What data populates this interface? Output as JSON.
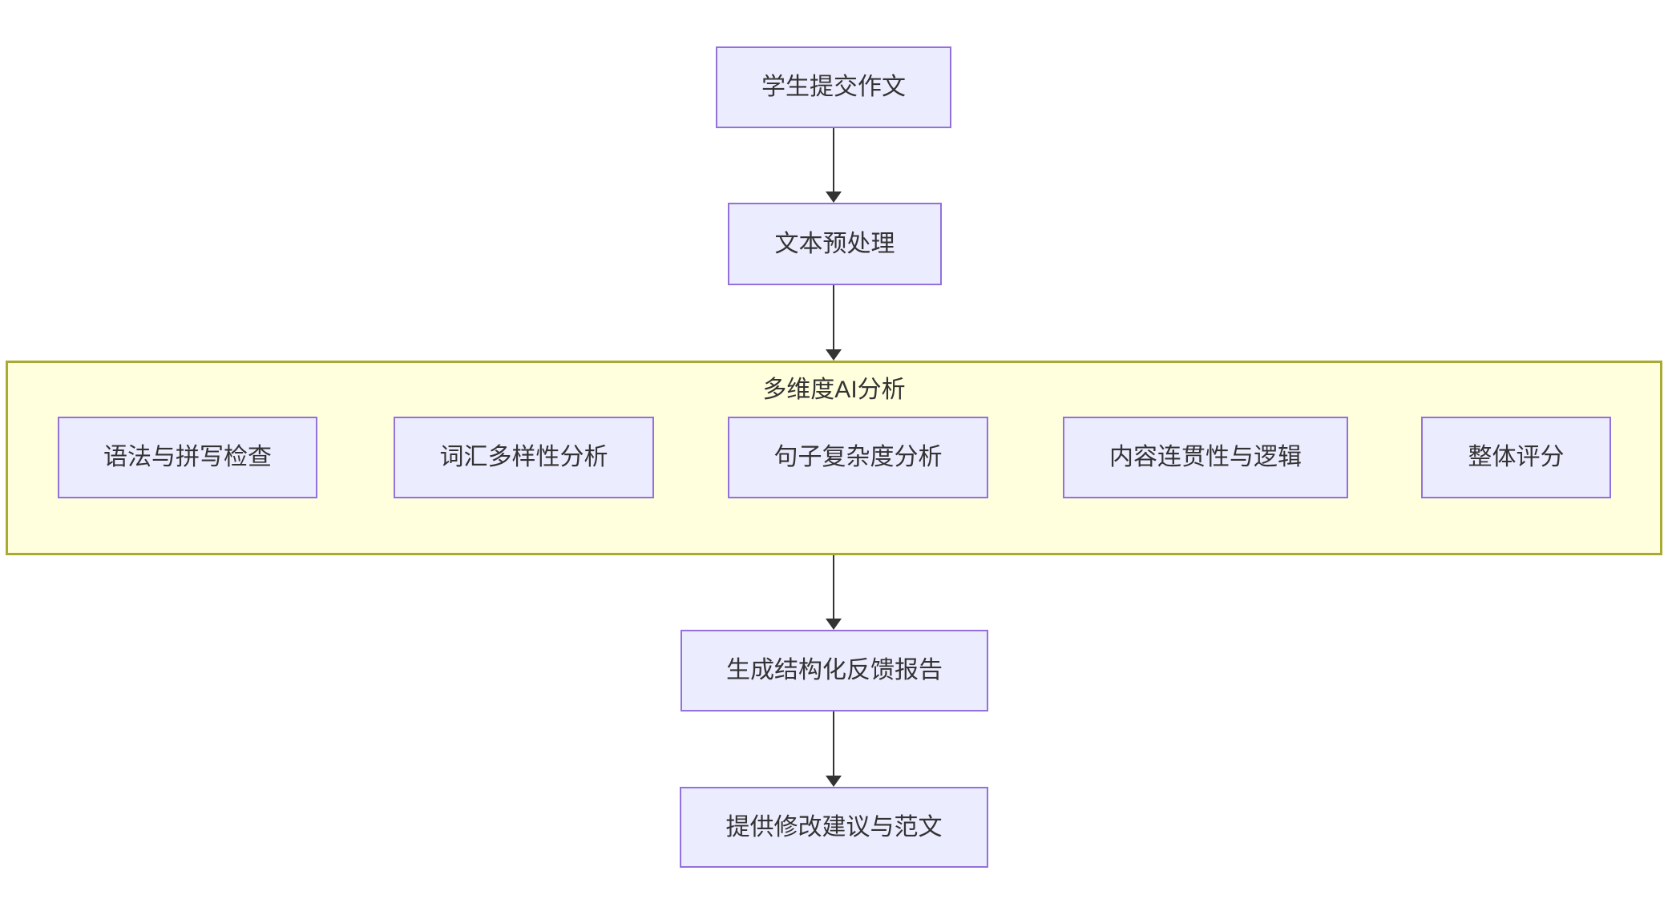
{
  "flowchart": {
    "nodes": {
      "submit": {
        "label": "学生提交作文"
      },
      "preprocess": {
        "label": "文本预处理"
      },
      "report": {
        "label": "生成结构化反馈报告"
      },
      "suggest": {
        "label": "提供修改建议与范文"
      }
    },
    "analysis_group": {
      "label": "多维度AI分析",
      "items": [
        {
          "label": "语法与拼写检查"
        },
        {
          "label": "词汇多样性分析"
        },
        {
          "label": "句子复杂度分析"
        },
        {
          "label": "内容连贯性与逻辑"
        },
        {
          "label": "整体评分"
        }
      ]
    },
    "edges": [
      {
        "from": "submit",
        "to": "preprocess"
      },
      {
        "from": "preprocess",
        "to": "analysis_group"
      },
      {
        "from": "analysis_group",
        "to": "report"
      },
      {
        "from": "report",
        "to": "suggest"
      }
    ],
    "colors": {
      "node_fill": "#ECECFF",
      "node_border": "#9370DB",
      "group_fill": "#FFFFDE",
      "group_border": "#AAAA33",
      "edge": "#333333",
      "text": "#333333"
    }
  }
}
